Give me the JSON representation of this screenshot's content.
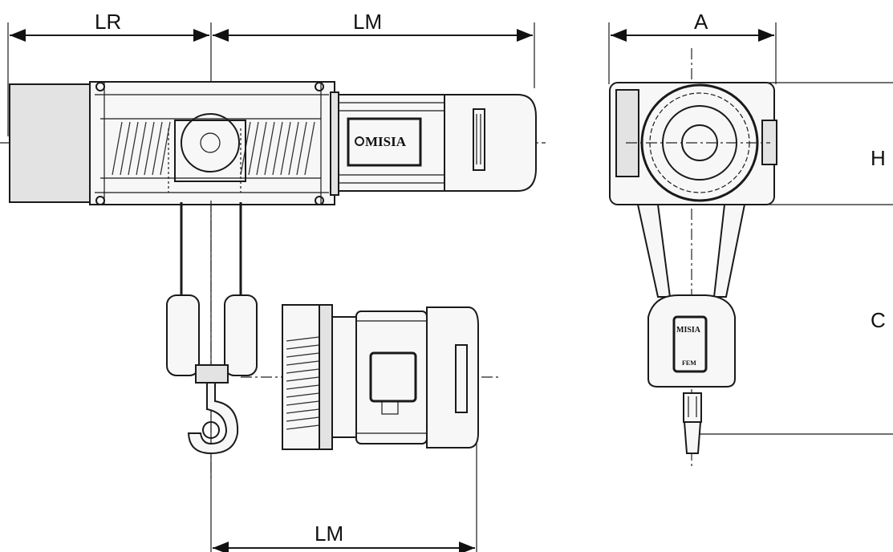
{
  "dimensions": {
    "lr": "LR",
    "lm_top": "LM",
    "lm_bottom": "LM",
    "a": "A",
    "h": "H",
    "c": "C"
  },
  "brand": {
    "side_plate": "MISIA",
    "hook_block_top": "MISIA",
    "hook_block_bottom": "FEM"
  }
}
